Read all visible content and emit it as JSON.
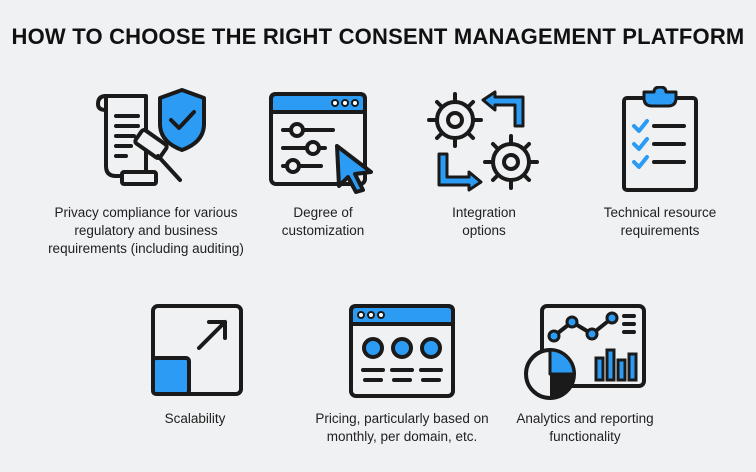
{
  "title": "HOW TO CHOOSE THE RIGHT CONSENT MANAGEMENT PLATFORM",
  "colors": {
    "accent": "#2b9bf4",
    "stroke": "#1a1a1a",
    "background": "#f0f1f3"
  },
  "items": [
    {
      "icon": "document-gavel-shield-icon",
      "label_lines": [
        "Privacy compliance for various",
        "regulatory and business",
        "requirements (including auditing)"
      ]
    },
    {
      "icon": "browser-sliders-cursor-icon",
      "label_lines": [
        "Degree of",
        "customization"
      ]
    },
    {
      "icon": "gears-arrows-icon",
      "label_lines": [
        "Integration",
        "options"
      ]
    },
    {
      "icon": "clipboard-checklist-icon",
      "label_lines": [
        "Technical resource",
        "requirements"
      ]
    },
    {
      "icon": "scale-expand-icon",
      "label_lines": [
        "Scalability"
      ]
    },
    {
      "icon": "browser-pricing-icon",
      "label_lines": [
        "Pricing, particularly based on",
        "monthly, per domain, etc."
      ]
    },
    {
      "icon": "analytics-chart-icon",
      "label_lines": [
        "Analytics and reporting",
        "functionality"
      ]
    }
  ]
}
